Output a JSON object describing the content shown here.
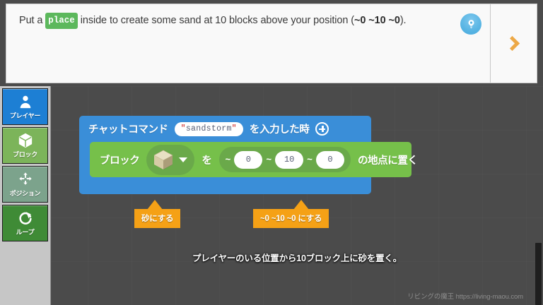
{
  "tutorial": {
    "text_before_chip": "Put a ",
    "chip_label": "place",
    "text_after_chip": " inside to create some sand at 10 blocks above your position (",
    "coord_1": "~0 ~10 ~0",
    "text_end": ").",
    "hint_icon": "lightbulb-icon",
    "next_icon": "chevron-right-icon"
  },
  "toolbox": {
    "items": [
      {
        "label": "プレイヤー",
        "icon": "player-icon",
        "color": "#1d7fd4",
        "text_color": "#ffffff"
      },
      {
        "label": "ブロック",
        "icon": "cube-icon",
        "color": "#7cb45a",
        "text_color": "#ffffff"
      },
      {
        "label": "ポジション",
        "icon": "move-icon",
        "color": "#7ca38c",
        "text_color": "#ffffff"
      },
      {
        "label": "ループ",
        "icon": "loop-icon",
        "color": "#3f8b36",
        "text_color": "#ffffff"
      }
    ]
  },
  "workspace": {
    "event_block": {
      "color": "#3a8ed8",
      "label_left": "チャットコマンド",
      "command_value": "sandstorm",
      "quote_open": "\"",
      "quote_close": "\"",
      "label_right": "を入力した時",
      "add_icon": "plus-circle-icon"
    },
    "place_block": {
      "color": "#76c04a",
      "label_left": "ブロック",
      "block_icon": "sand-block-icon",
      "dropdown_icon": "caret-down-icon",
      "label_mid": "を",
      "position": {
        "tilde_x": "~",
        "x": "0",
        "tilde_y": "~",
        "y": "10",
        "tilde_z": "~",
        "z": "0"
      },
      "label_right": "の地点に置く"
    },
    "callouts": [
      {
        "id": "callout-block",
        "text": "砂にする"
      },
      {
        "id": "callout-pos",
        "text": "~0 ~10 ~0 にする"
      }
    ],
    "caption": "プレイヤーのいる位置から10ブロック上に砂を置く。"
  },
  "watermark": "リビングの魔王  https://living-maou.com"
}
